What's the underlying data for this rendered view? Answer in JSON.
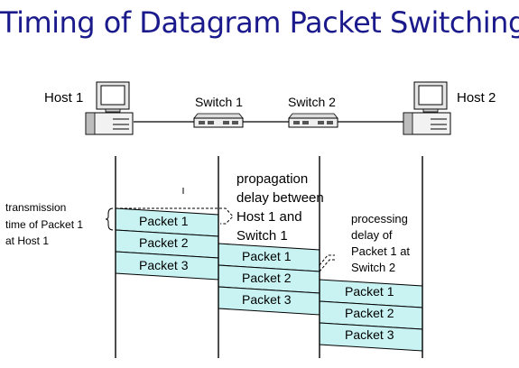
{
  "title": "Timing of Datagram Packet Switching",
  "nodes": {
    "host1": "Host 1",
    "switch1": "Switch 1",
    "switch2": "Switch 2",
    "host2": "Host 2"
  },
  "packets": [
    "Packet 1",
    "Packet 2",
    "Packet 3"
  ],
  "annotations": {
    "transmission": [
      "transmission",
      "time of Packet 1",
      "at Host 1"
    ],
    "propagation": [
      "propagation",
      "delay between",
      "Host 1 and",
      "Switch 1"
    ],
    "processing": [
      "processing",
      "delay of",
      "Packet 1 at",
      "Switch 2"
    ]
  },
  "colors": {
    "title": "#1a1a8c",
    "packet_fill": "#c9f3f3",
    "line": "#000000"
  },
  "icons": [
    "computer-icon",
    "switch-icon"
  ]
}
